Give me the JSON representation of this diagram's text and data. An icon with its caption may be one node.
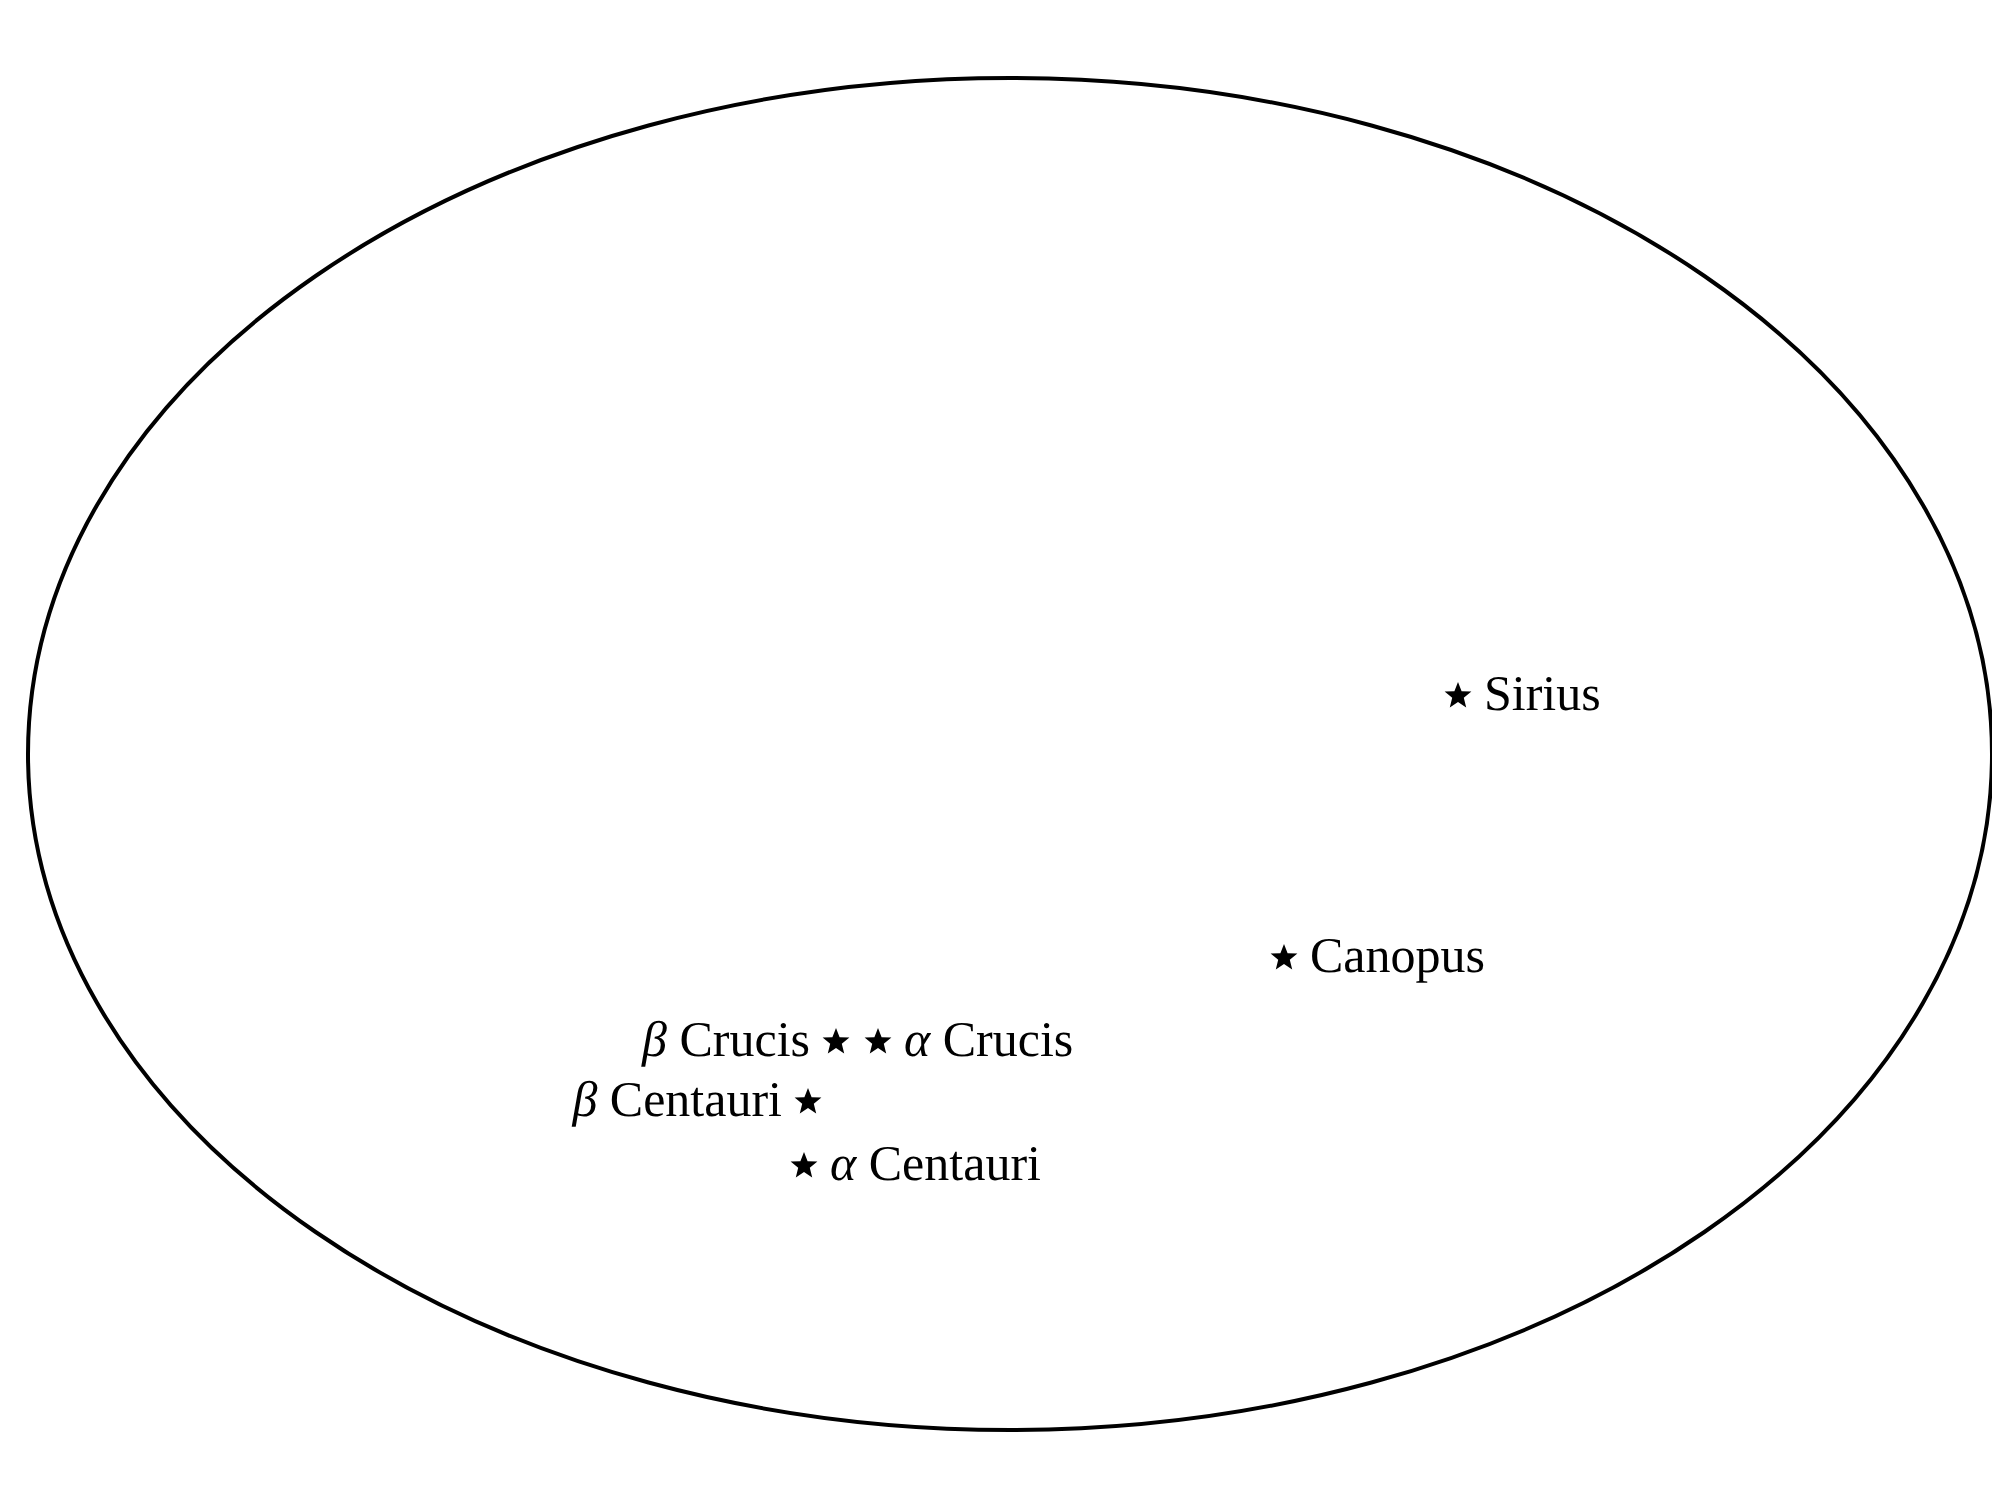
{
  "diagram": {
    "labels": [
      "Sirius",
      "Canopus",
      "*β* Crucis",
      "*α* Crucis",
      "*β* Centauri",
      "*α* Centauri"
    ]
  }
}
